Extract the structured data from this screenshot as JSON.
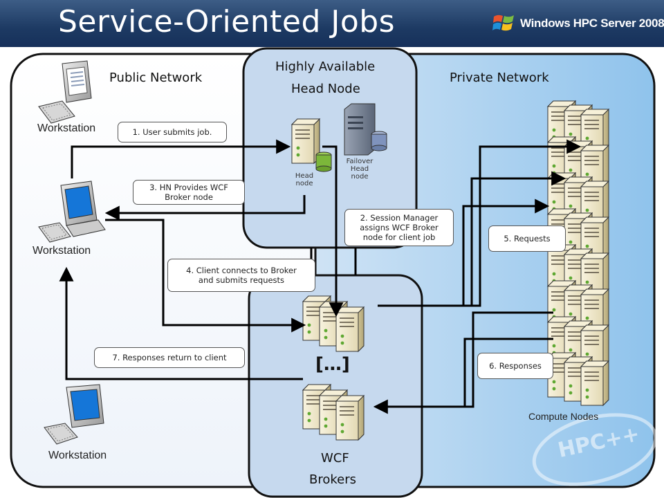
{
  "title": "Service-Oriented Jobs",
  "brand": "Windows HPC Server 2008",
  "zones": {
    "public": "Public Network",
    "private": "Private Network",
    "head_line1": "Highly Available",
    "head_line2": "Head Node",
    "brokers_line1": "WCF",
    "brokers_line2": "Brokers"
  },
  "workstations": [
    "Workstation",
    "Workstation",
    "Workstation"
  ],
  "head_node": {
    "line1": "Head",
    "line2": "node"
  },
  "failover": {
    "line1": "Failover",
    "line2": "Head",
    "line3": "node"
  },
  "compute_nodes": "Compute Nodes",
  "ellipsis": "[…]",
  "steps": {
    "s1": "1. User submits job.",
    "s2_l1": "2. Session Manager",
    "s2_l2": "assigns WCF Broker",
    "s2_l3": "node for client job",
    "s3_l1": "3. HN Provides WCF",
    "s3_l2": "Broker node",
    "s4_l1": "4. Client connects to Broker",
    "s4_l2": "and submits requests",
    "s5": "5. Requests",
    "s6": "6. Responses",
    "s7": "7. Responses return to client"
  },
  "watermark": "HPC++",
  "colors": {
    "title_bg": "#1d3a63",
    "zone_fill": "#c6d9ee",
    "private_fill": "#a9cff0",
    "outline": "#111111",
    "server_body": "#efe7c8",
    "led": "#5fa832"
  }
}
